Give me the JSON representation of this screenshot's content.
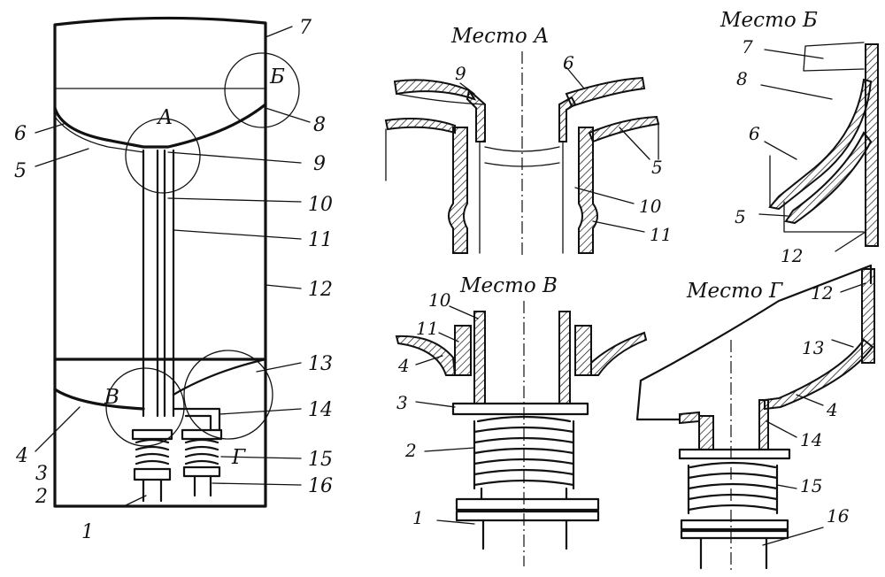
{
  "captions": {
    "place_a": "Место А",
    "place_b": "Место Б",
    "place_v": "Место В",
    "place_g": "Место Г"
  },
  "main_view": {
    "callouts": {
      "a": "А",
      "b": "Б",
      "v": "В",
      "g": "Г"
    },
    "labels": [
      "1",
      "2",
      "3",
      "4",
      "5",
      "6",
      "7",
      "8",
      "9",
      "10",
      "11",
      "12",
      "13",
      "14",
      "15",
      "16"
    ]
  },
  "detail_a": {
    "labels": [
      "9",
      "6",
      "5",
      "10",
      "11"
    ]
  },
  "detail_b": {
    "labels": [
      "7",
      "8",
      "6",
      "5",
      "12"
    ]
  },
  "detail_v": {
    "labels": [
      "10",
      "11",
      "4",
      "3",
      "2",
      "1"
    ]
  },
  "detail_g": {
    "labels": [
      "12",
      "13",
      "4",
      "14",
      "15",
      "16"
    ]
  }
}
